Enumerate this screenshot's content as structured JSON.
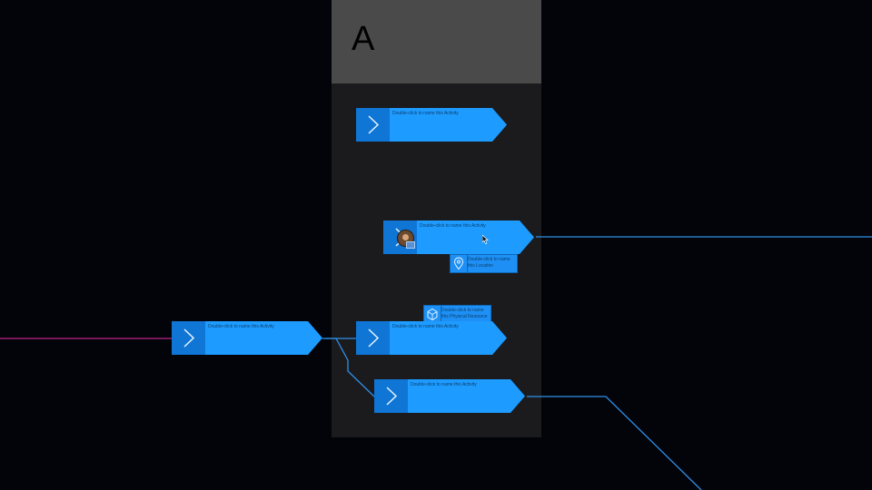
{
  "lane": {
    "title": "A"
  },
  "activities": [
    {
      "label": "Double-click to name this Activity"
    },
    {
      "label": "Double-click to name this Activity"
    },
    {
      "label": "Double-click to name this Activity"
    },
    {
      "label": "Double-click to name this Activity"
    },
    {
      "label": "Double-click to name this Activity"
    }
  ],
  "resources": {
    "location": {
      "line1": "Double-click to name",
      "line2": "this Location",
      "icon": "location-pin-icon"
    },
    "physical": {
      "line1": "Double-click to name",
      "line2": "this Physical Resource",
      "icon": "cube-icon"
    }
  },
  "colors": {
    "activity_fill": "#1e9bff",
    "activity_icon_panel": "#0f76d6",
    "connector_blue": "#2f8fe8",
    "connector_magenta": "#c0218a",
    "lane_header": "#4a4a4a",
    "lane_body": "#1b1b1d"
  }
}
